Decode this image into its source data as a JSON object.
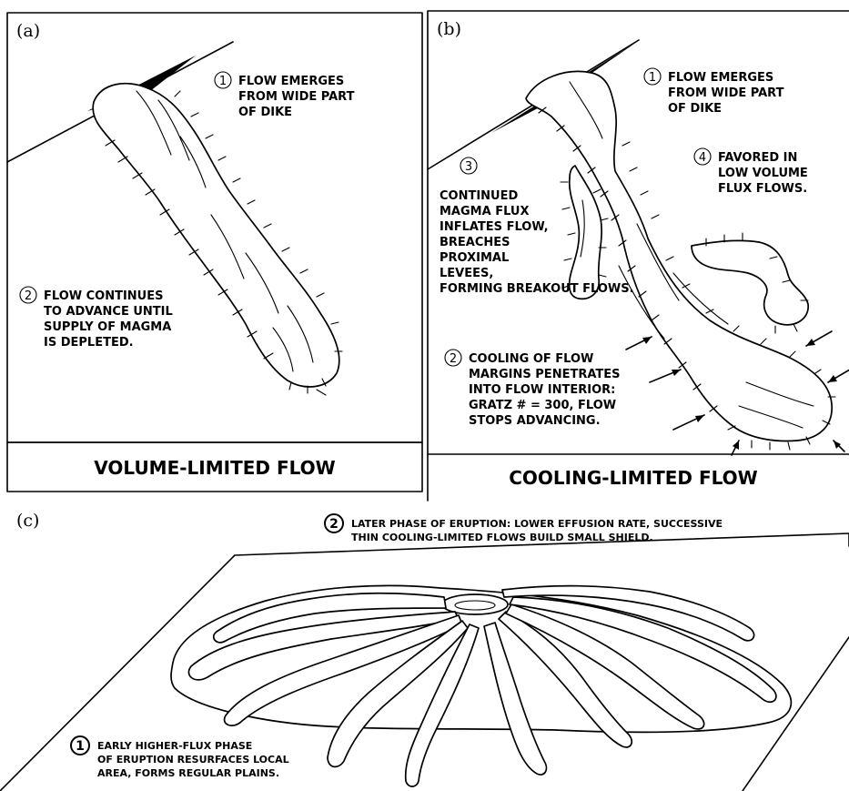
{
  "panel_a": {
    "label": "(a)",
    "note1": {
      "num": "1",
      "lines": [
        "FLOW EMERGES",
        "FROM WIDE PART",
        "OF DIKE"
      ]
    },
    "note2": {
      "num": "2",
      "lines": [
        "FLOW CONTINUES",
        "TO ADVANCE UNTIL",
        "SUPPLY OF MAGMA",
        "IS DEPLETED."
      ]
    },
    "caption": "VOLUME-LIMITED FLOW"
  },
  "panel_b": {
    "label": "(b)",
    "note1": {
      "num": "1",
      "lines": [
        "FLOW EMERGES",
        "FROM WIDE PART",
        "OF DIKE"
      ]
    },
    "note3": {
      "num": "3",
      "lines": [
        "CONTINUED",
        "MAGMA FLUX",
        "INFLATES FLOW,",
        "BREACHES",
        "PROXIMAL",
        "LEVEES,",
        "FORMING BREAKOUT FLOWS."
      ]
    },
    "note4": {
      "num": "4",
      "lines": [
        "FAVORED IN",
        "LOW VOLUME",
        "FLUX FLOWS."
      ]
    },
    "note2": {
      "num": "2",
      "lines": [
        "COOLING OF FLOW",
        "MARGINS PENETRATES",
        "INTO FLOW INTERIOR:",
        "GRATZ # = 300, FLOW",
        "STOPS ADVANCING."
      ]
    },
    "caption": "COOLING-LIMITED FLOW"
  },
  "panel_c": {
    "label": "(c)",
    "note2": {
      "num": "2",
      "lines": [
        "LATER PHASE OF ERUPTION: LOWER EFFUSION RATE, SUCCESSIVE",
        "THIN COOLING-LIMITED FLOWS BUILD SMALL SHIELD."
      ]
    },
    "note1": {
      "num": "1",
      "lines": [
        "EARLY HIGHER-FLUX PHASE",
        "OF ERUPTION RESURFACES LOCAL",
        "AREA, FORMS REGULAR PLAINS."
      ]
    }
  }
}
